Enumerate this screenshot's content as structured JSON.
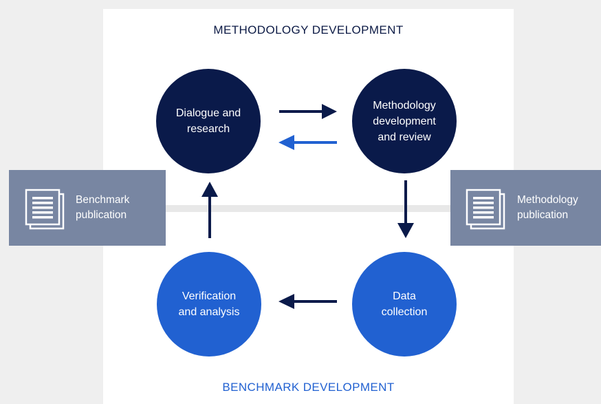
{
  "headings": {
    "top": "METHODOLOGY DEVELOPMENT",
    "bottom": "BENCHMARK DEVELOPMENT"
  },
  "nodes": [
    {
      "label": "Dialogue and\nresearch",
      "color": "#0a1a4a"
    },
    {
      "label": "Methodology\ndevelopment\nand review",
      "color": "#0a1a4a"
    },
    {
      "label": "Verification\nand analysis",
      "color": "#2161d1"
    },
    {
      "label": "Data\ncollection",
      "color": "#2161d1"
    }
  ],
  "publications": {
    "left": {
      "label": "Benchmark\npublication",
      "icon": "document-icon"
    },
    "right": {
      "label": "Methodology\npublication",
      "icon": "document-icon"
    }
  },
  "colors": {
    "dark_navy": "#0a1a4a",
    "blue": "#2161d1",
    "slate": "#7886a2",
    "background": "#efefef"
  }
}
